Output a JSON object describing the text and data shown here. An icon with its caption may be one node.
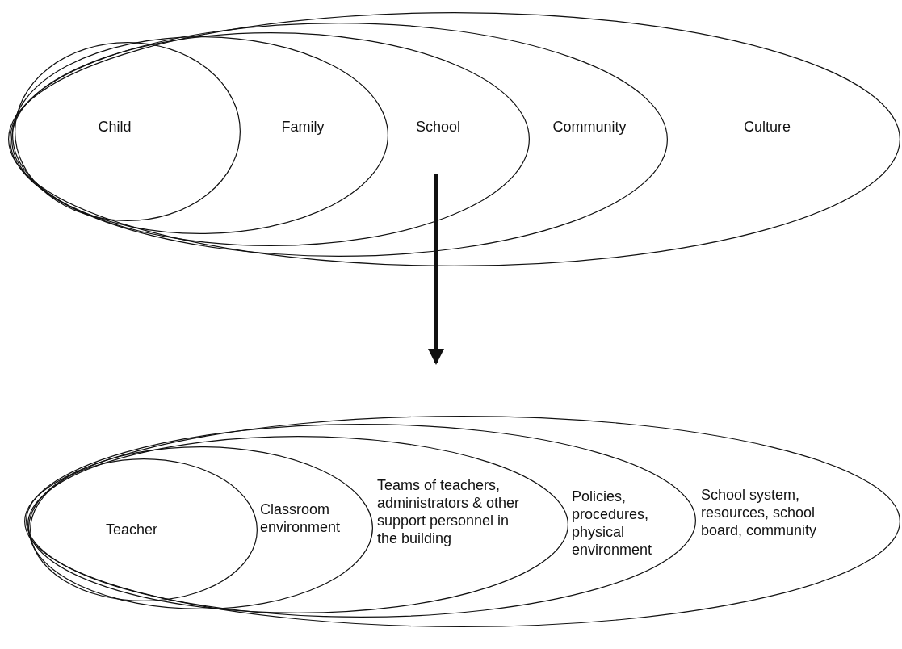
{
  "diagram": {
    "nodes": [
      {
        "text": [
          "Culture"
        ]
      },
      {
        "text": [
          "Community"
        ],
        "in": 0
      },
      {
        "text": [
          "School"
        ],
        "in": 1
      },
      {
        "text": [
          "Family"
        ],
        "in": 2
      },
      {
        "text": [
          "Child"
        ],
        "in": 3
      },
      {
        "text": [
          "School system, resources, school board, community"
        ]
      },
      {
        "text": [
          "Policies, procedures, physical environment"
        ],
        "in": 5
      },
      {
        "text": [
          "Teams of teachers, administrators & other support personnel in the building"
        ],
        "in": 6
      },
      {
        "text": [
          "Classroom environment"
        ],
        "in": 7
      },
      {
        "text": [
          "Teacher"
        ],
        "in": 8
      }
    ],
    "edges": [
      {
        "from": 2,
        "to": 5,
        "arrow": "to"
      }
    ]
  }
}
